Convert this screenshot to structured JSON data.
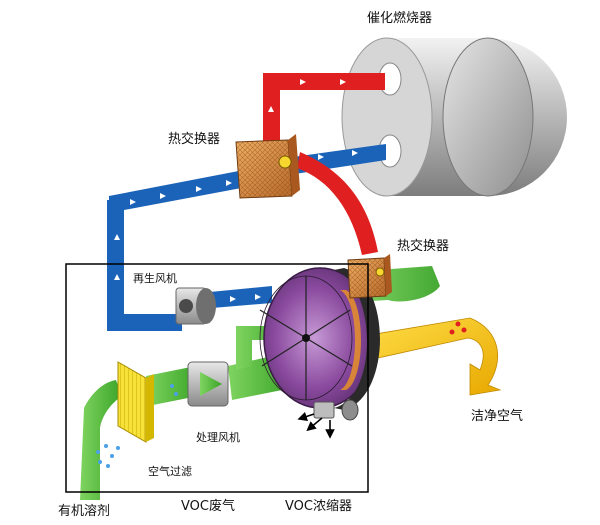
{
  "labels": {
    "catalytic_combustor": "催化燃烧器",
    "heat_exchanger_top": "热交换器",
    "heat_exchanger_right": "热交换器",
    "regen_fan": "再生风机",
    "process_fan": "处理风机",
    "air_filter": "空气过滤",
    "clean_air": "洁净空气",
    "organic_solvent": "有机溶剂",
    "voc_exhaust": "VOC废气",
    "voc_concentrator": "VOC浓缩器"
  },
  "colors": {
    "hot_duct": "#e02020",
    "cool_duct": "#1a63b8",
    "process_duct": "#4cb830",
    "clean_duct": "#f2c200",
    "rotor": "#7a3f8e",
    "combustor": "#b8b8b8",
    "heat_exchanger": "#d9853a"
  },
  "icons": [
    "arrow-chevron-icon",
    "fan-icon",
    "filter-icon",
    "rotor-icon",
    "combustor-icon",
    "heat-exchanger-icon"
  ]
}
